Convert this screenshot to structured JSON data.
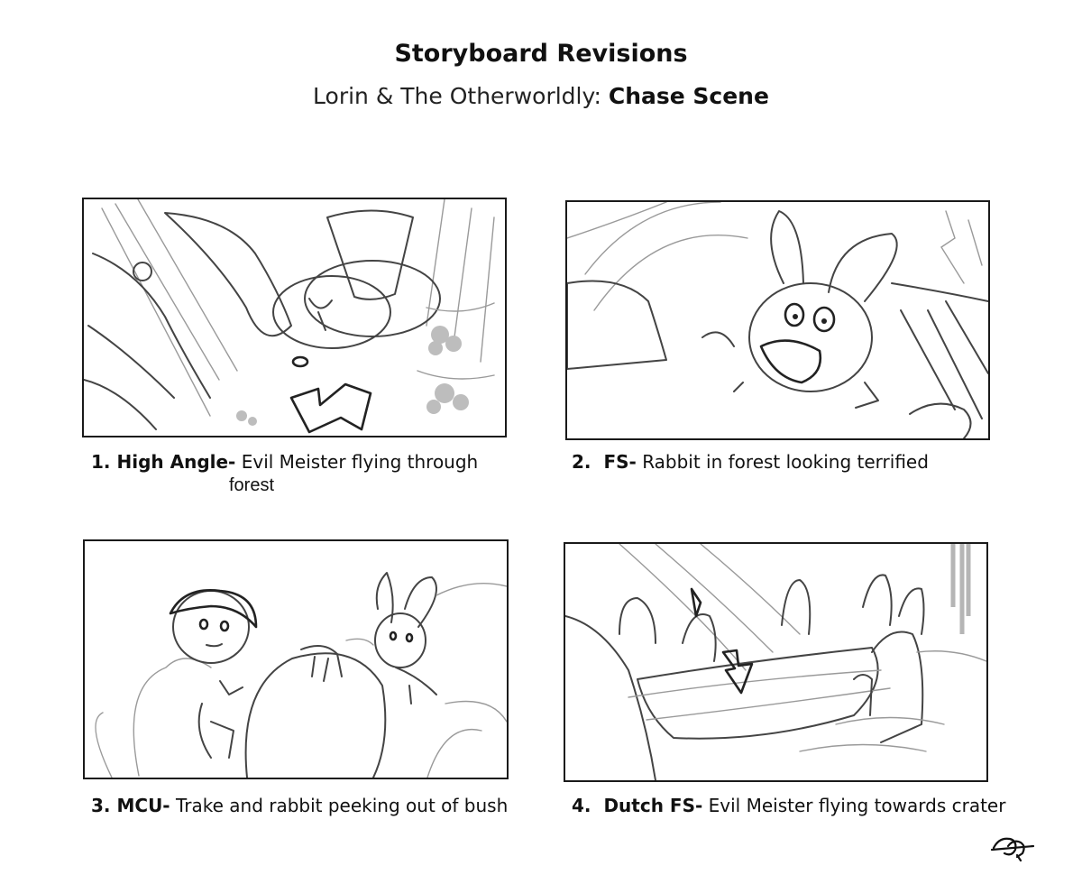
{
  "header": {
    "title": "Storyboard Revisions",
    "subtitle_prefix": "Lorin & The Otherworldly: ",
    "subtitle_bold": "Chase Scene"
  },
  "panels": [
    {
      "number": "1.",
      "shot": "High Angle-",
      "description": "Evil Meister flying through",
      "description_cont": "forest"
    },
    {
      "number": "2.",
      "shot": "FS-",
      "description": "Rabbit in forest looking terrified"
    },
    {
      "number": "3.",
      "shot": "MCU-",
      "description": "Trake and rabbit peeking out of bush"
    },
    {
      "number": "4.",
      "shot": "Dutch FS-",
      "description": "Evil Meister flying towards crater"
    }
  ]
}
